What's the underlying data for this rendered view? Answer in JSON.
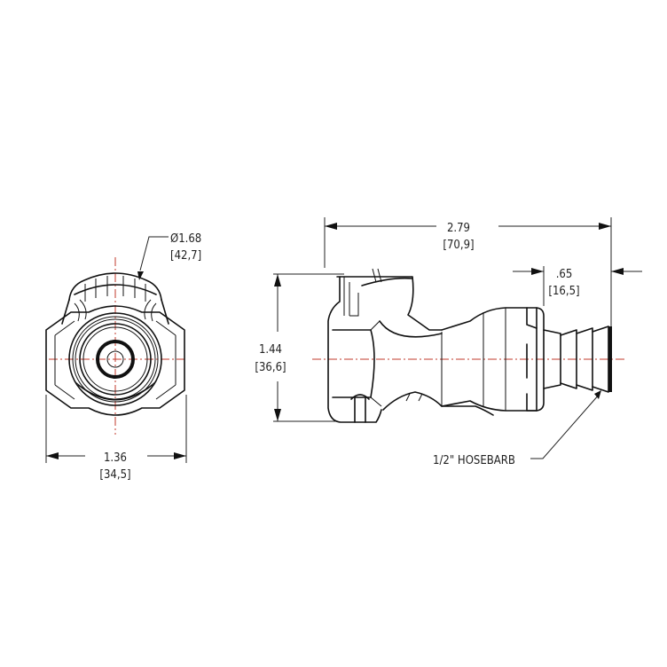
{
  "drawing": {
    "title": "Hose barb coupling body dimension drawing",
    "units_primary": "in",
    "units_secondary": "mm",
    "colors": {
      "line": "#111111",
      "centerline": "#c0392b",
      "background": "#ffffff"
    }
  },
  "front_view": {
    "diameter_dim": {
      "primary": "Ø1.68",
      "secondary": "[42,7]"
    },
    "width_dim": {
      "primary": "1.36",
      "secondary": "[34,5]"
    }
  },
  "side_view": {
    "length_dim": {
      "primary": "2.79",
      "secondary": "[70,9]"
    },
    "barb_length_dim": {
      "primary": ".65",
      "secondary": "[16,5]"
    },
    "height_dim": {
      "primary": "1.44",
      "secondary": "[36,6]"
    },
    "callout": {
      "label": "1/2\" HOSEBARB"
    }
  }
}
